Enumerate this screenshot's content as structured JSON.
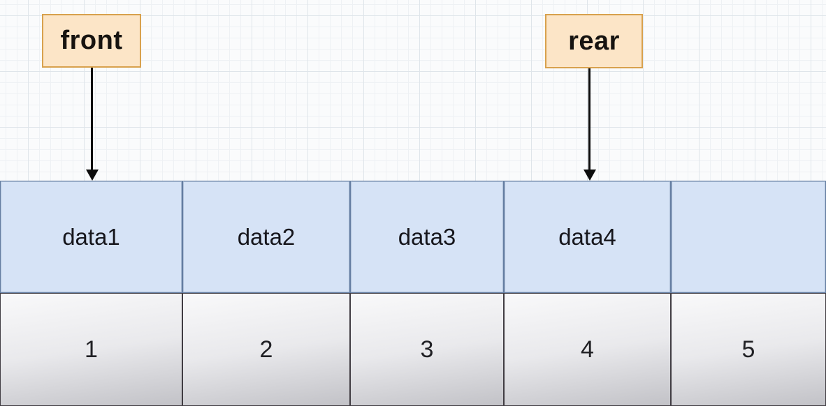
{
  "diagram": {
    "type": "queue-structure",
    "pointers": {
      "front": {
        "label": "front"
      },
      "rear": {
        "label": "rear"
      }
    },
    "cells": [
      {
        "value": "data1",
        "index": "1"
      },
      {
        "value": "data2",
        "index": "2"
      },
      {
        "value": "data3",
        "index": "3"
      },
      {
        "value": "data4",
        "index": "4"
      },
      {
        "value": "",
        "index": "5"
      }
    ],
    "colors": {
      "pointer_fill": "#fce5c7",
      "pointer_border": "#d8a14d",
      "value_cell_fill": "#d6e3f6",
      "value_cell_border": "#647da1",
      "index_cell_border": "#403c42",
      "index_cell_gradient_top": "#f9f9fa",
      "index_cell_gradient_bottom": "#c2c2c7",
      "arrow": "#0d0d0d",
      "background": "#fafbfc",
      "grid_line": "#dfe5ea"
    }
  }
}
